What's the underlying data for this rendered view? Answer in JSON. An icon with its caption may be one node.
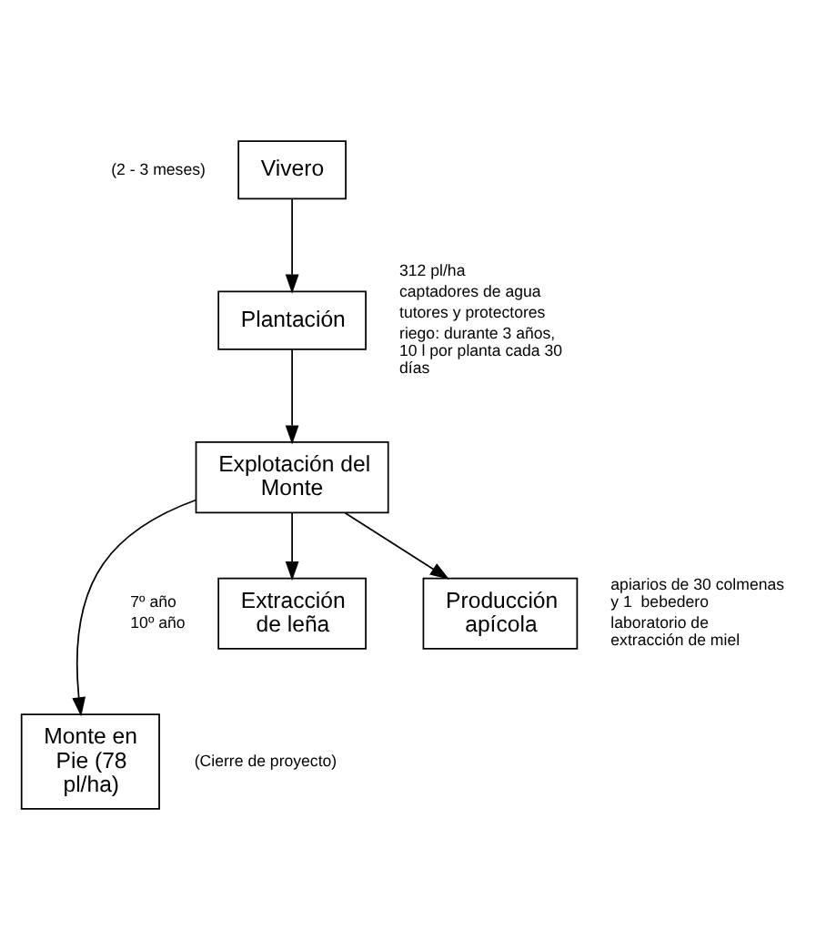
{
  "diagram": {
    "nodes": [
      {
        "text": [
          "Vivero"
        ],
        "beside": [
          "(2 - 3 meses)"
        ]
      },
      {
        "text": [
          "Plantación"
        ],
        "beside": [
          "312 pl/ha",
          "captadores de agua",
          "tutores y protectores",
          "riego: durante 3 años, 10 l por planta cada 30 días"
        ]
      },
      {
        "text": [
          "Explotación del Monte"
        ]
      },
      {
        "text": [
          "Extracción de leña"
        ],
        "beside": [
          "7º año",
          "10º año"
        ]
      },
      {
        "text": [
          "Producción apícola"
        ],
        "beside": [
          "apiarios de 30 colmenas y 1  bebedero",
          "laboratorio de extracción de miel"
        ]
      },
      {
        "text": [
          "Monte en Pie (78 pl/ha)"
        ],
        "beside": [
          "(Cierre de proyecto)"
        ]
      }
    ],
    "edges": [
      {
        "from": 0,
        "to": 1,
        "arrow": "to"
      },
      {
        "from": 1,
        "to": 2,
        "arrow": "to"
      },
      {
        "from": 2,
        "to": 3,
        "arrow": "to"
      },
      {
        "from": 2,
        "to": 4,
        "arrow": "to"
      },
      {
        "from": 2,
        "to": 5,
        "arrow": "to"
      }
    ]
  }
}
